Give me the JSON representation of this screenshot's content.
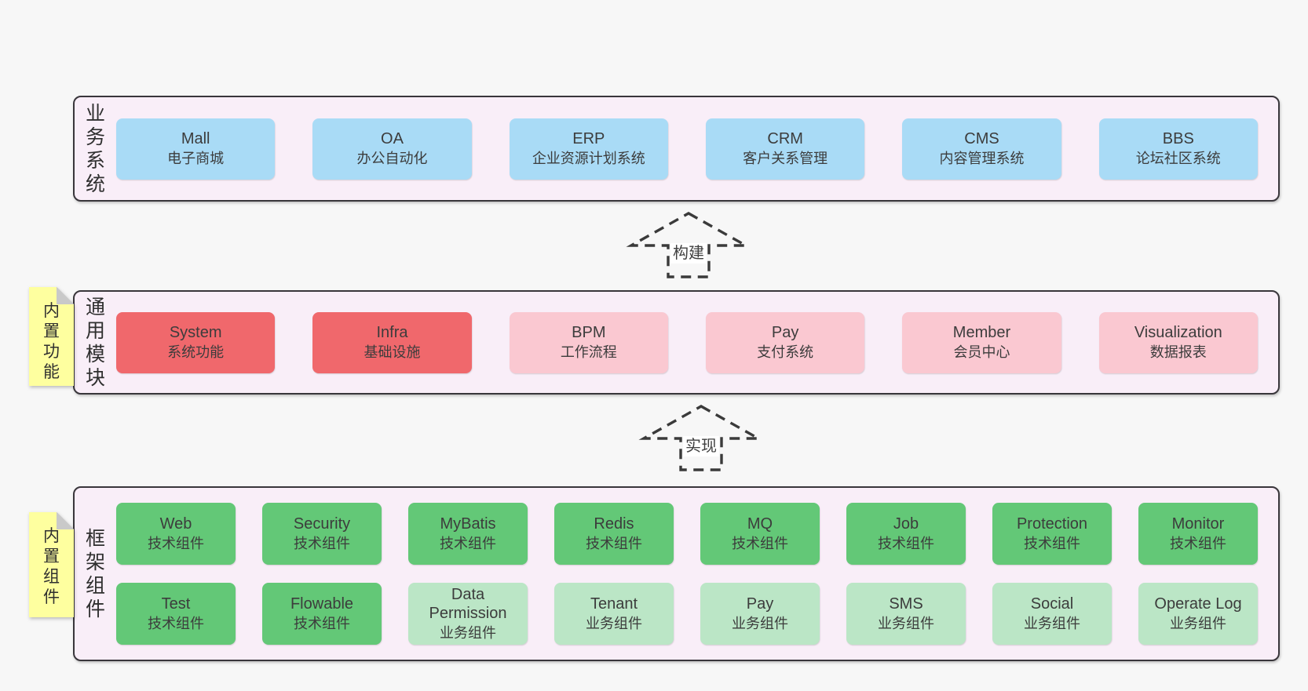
{
  "colors": {
    "page-bg": "#f7f7f7",
    "band-bg": "#f9eef8",
    "band-border": "#39363b",
    "blue": "#a9dbf6",
    "red": "#f0686c",
    "pink": "#fac8d1",
    "green-dark": "#63c877",
    "green-light": "#bbe6c6",
    "sticky-yellow": "#feff9f",
    "sticky-fold": "#c9c9c9",
    "arrow-stroke": "#3a3a3a",
    "text": "#3c3c3c"
  },
  "bands": [
    {
      "label": "业务系统",
      "boxes": [
        {
          "title": "Mall",
          "subtitle": "电子商城"
        },
        {
          "title": "OA",
          "subtitle": "办公自动化"
        },
        {
          "title": "ERP",
          "subtitle": "企业资源计划系统"
        },
        {
          "title": "CRM",
          "subtitle": "客户关系管理"
        },
        {
          "title": "CMS",
          "subtitle": "内容管理系统"
        },
        {
          "title": "BBS",
          "subtitle": "论坛社区系统"
        }
      ]
    },
    {
      "label": "通用模块",
      "sticky": "内置功能",
      "boxes": [
        {
          "title": "System",
          "subtitle": "系统功能"
        },
        {
          "title": "Infra",
          "subtitle": "基础设施"
        },
        {
          "title": "BPM",
          "subtitle": "工作流程"
        },
        {
          "title": "Pay",
          "subtitle": "支付系统"
        },
        {
          "title": "Member",
          "subtitle": "会员中心"
        },
        {
          "title": "Visualization",
          "subtitle": "数据报表"
        }
      ]
    },
    {
      "label": "框架组件",
      "sticky": "内置组件",
      "rows": [
        [
          {
            "title": "Web",
            "subtitle": "技术组件"
          },
          {
            "title": "Security",
            "subtitle": "技术组件"
          },
          {
            "title": "MyBatis",
            "subtitle": "技术组件"
          },
          {
            "title": "Redis",
            "subtitle": "技术组件"
          },
          {
            "title": "MQ",
            "subtitle": "技术组件"
          },
          {
            "title": "Job",
            "subtitle": "技术组件"
          },
          {
            "title": "Protection",
            "subtitle": "技术组件"
          },
          {
            "title": "Monitor",
            "subtitle": "技术组件"
          }
        ],
        [
          {
            "title": "Test",
            "subtitle": "技术组件"
          },
          {
            "title": "Flowable",
            "subtitle": "技术组件"
          },
          {
            "title": "Data Permission",
            "subtitle": "业务组件"
          },
          {
            "title": "Tenant",
            "subtitle": "业务组件"
          },
          {
            "title": "Pay",
            "subtitle": "业务组件"
          },
          {
            "title": "SMS",
            "subtitle": "业务组件"
          },
          {
            "title": "Social",
            "subtitle": "业务组件"
          },
          {
            "title": "Operate Log",
            "subtitle": "业务组件"
          }
        ]
      ]
    }
  ],
  "arrows": [
    {
      "label": "构建"
    },
    {
      "label": "实现"
    }
  ]
}
